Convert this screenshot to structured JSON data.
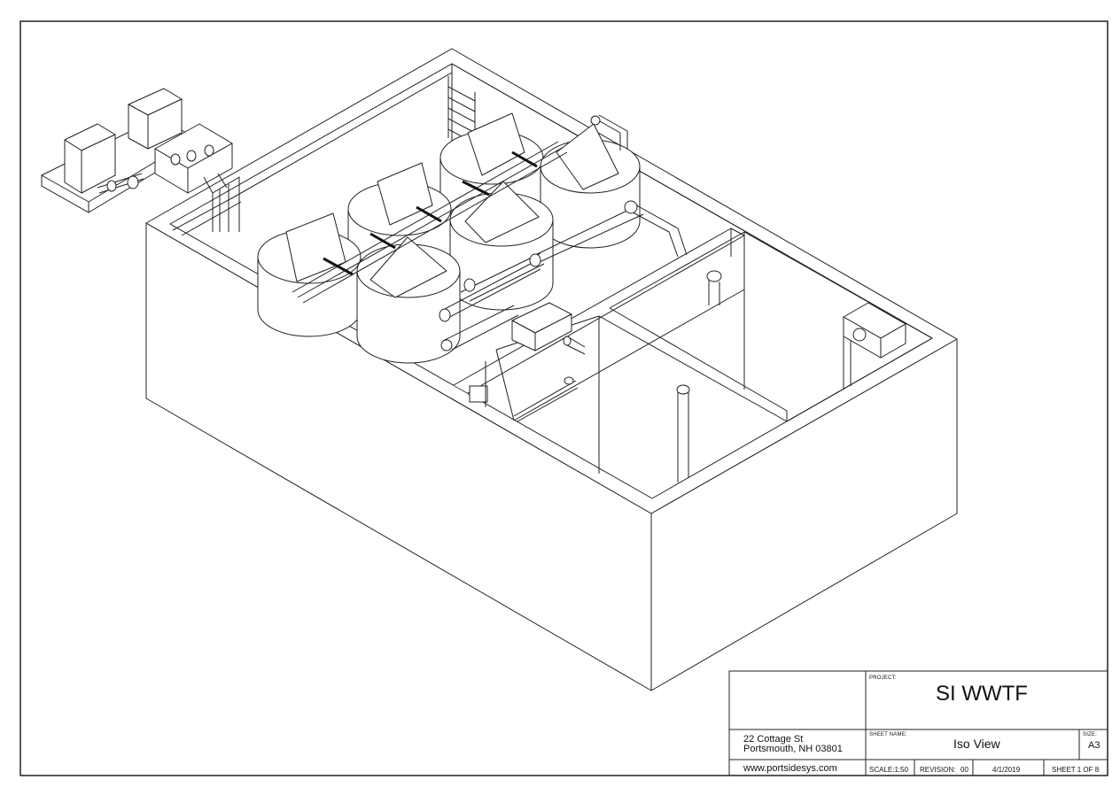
{
  "title_block": {
    "project_label": "PROJECT:",
    "project_name": "SI WWTF",
    "sheet_name_label": "SHEET NAME:",
    "sheet_name": "Iso View",
    "size_label": "SIZE:",
    "size": "A3",
    "address_line1": "22 Cottage St",
    "address_line2": "Portsmouth, NH 03801",
    "website": "www.portsidesys.com",
    "scale": "SCALE:1:50",
    "revision_label": "REVISION:",
    "revision": "00",
    "date": "4/1/2019",
    "sheet_of": "SHEET 1 OF 8"
  },
  "colors": {
    "line": "#222222",
    "paper": "#ffffff"
  }
}
